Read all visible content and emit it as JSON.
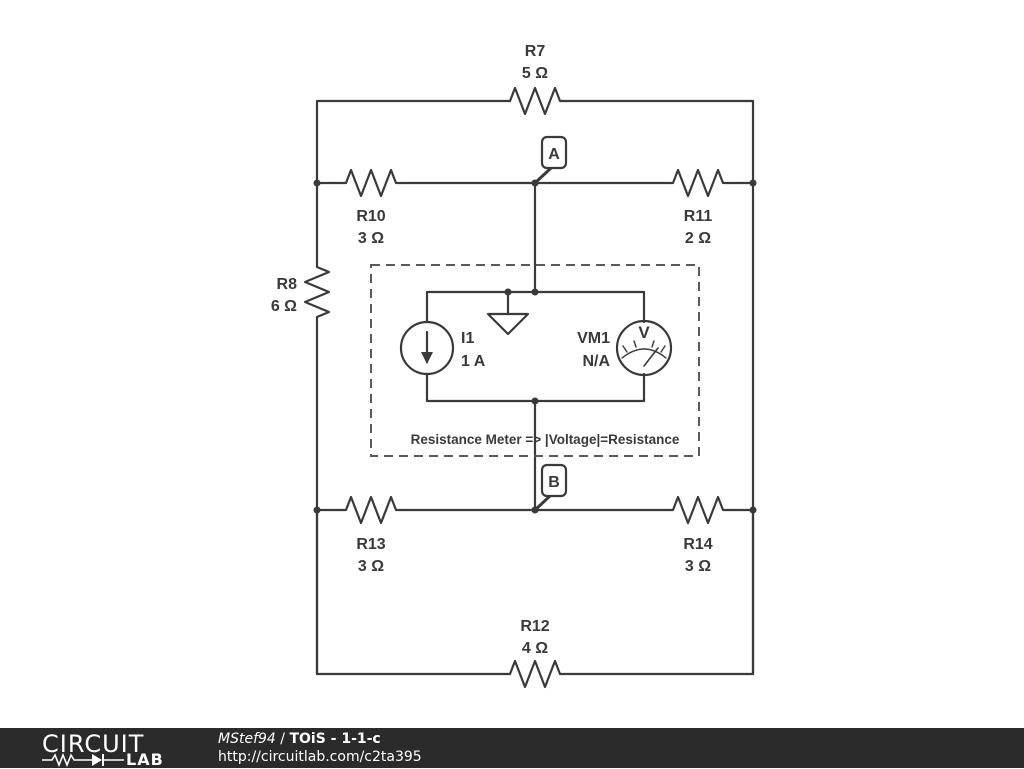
{
  "components": {
    "R7": {
      "name": "R7",
      "value": "5 Ω"
    },
    "R8": {
      "name": "R8",
      "value": "6 Ω"
    },
    "R10": {
      "name": "R10",
      "value": "3 Ω"
    },
    "R11": {
      "name": "R11",
      "value": "2 Ω"
    },
    "R12": {
      "name": "R12",
      "value": "4 Ω"
    },
    "R13": {
      "name": "R13",
      "value": "3 Ω"
    },
    "R14": {
      "name": "R14",
      "value": "3 Ω"
    },
    "I1": {
      "name": "I1",
      "value": "1 A"
    },
    "VM1": {
      "name": "VM1",
      "value": "N/A",
      "symbol": "V"
    }
  },
  "nodes": {
    "A": "A",
    "B": "B"
  },
  "note": "Resistance Meter => |Voltage|=Resistance",
  "footer": {
    "logo_top": "CIRCUIT",
    "logo_bottom": "LAB",
    "author": "MStef94",
    "separator": " / ",
    "title": "TOiS - 1-1-c",
    "url": "http://circuitlab.com/c2ta395"
  }
}
